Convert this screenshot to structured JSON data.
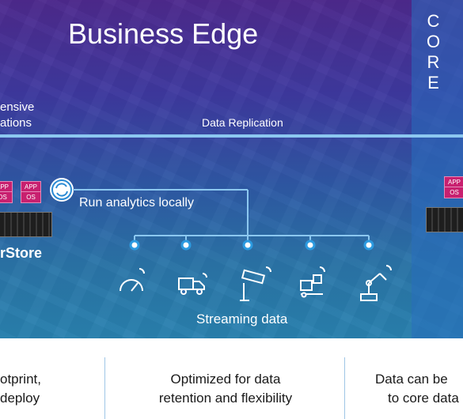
{
  "header": {
    "title": "Business Edge",
    "core_label": "CORE"
  },
  "left_cut_text": {
    "line1": "ensive",
    "line2": "ations"
  },
  "replication": {
    "label": "Data Replication"
  },
  "analytics": {
    "label": "Run analytics locally"
  },
  "store": {
    "label": "rStore"
  },
  "app_chip": {
    "app": "APP",
    "os": "OS"
  },
  "streaming": {
    "label": "Streaming data"
  },
  "devices": [
    {
      "icon": "gauge-icon"
    },
    {
      "icon": "truck-icon"
    },
    {
      "icon": "camera-icon"
    },
    {
      "icon": "forklift-icon"
    },
    {
      "icon": "robot-arm-icon"
    }
  ],
  "footer": {
    "col1": {
      "line1": "otprint,",
      "line2": "deploy"
    },
    "col2": {
      "line1": "Optimized for data",
      "line2": "retention and flexibility"
    },
    "col3": {
      "line1": "Data can be",
      "line2": "to core data"
    }
  }
}
